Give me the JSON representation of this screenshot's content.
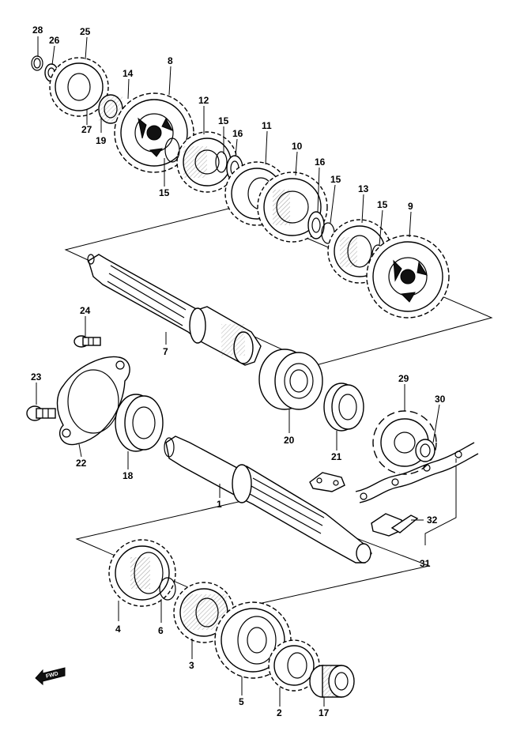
{
  "labels": {
    "p1": "1",
    "p2": "2",
    "p3": "3",
    "p4": "4",
    "p5": "5",
    "p6": "6",
    "p7": "7",
    "p8": "8",
    "p9": "9",
    "p10": "10",
    "p11": "11",
    "p12": "12",
    "p13": "13",
    "p14": "14",
    "p15a": "15",
    "p15b": "15",
    "p15c": "15",
    "p15d": "15",
    "p16a": "16",
    "p16b": "16",
    "p17": "17",
    "p18": "18",
    "p19": "19",
    "p20": "20",
    "p21": "21",
    "p22": "22",
    "p23": "23",
    "p24": "24",
    "p25": "25",
    "p26": "26",
    "p27": "27",
    "p28": "28",
    "p29": "29",
    "p30": "30",
    "p31": "31",
    "p32": "32"
  },
  "fwd": "FWD"
}
